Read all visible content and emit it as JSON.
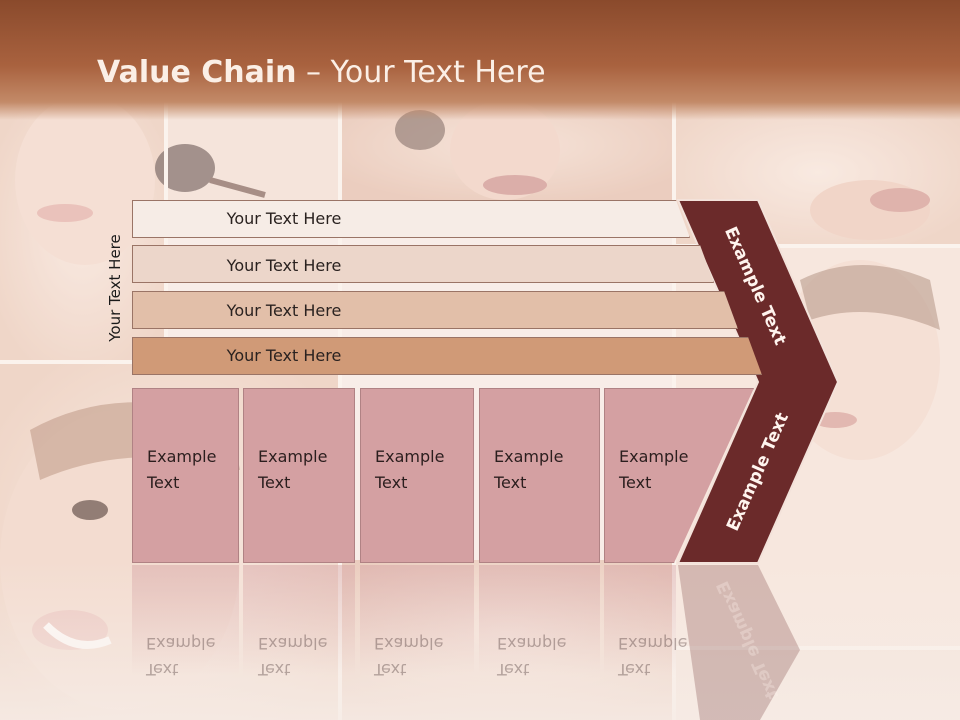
{
  "slide": {
    "title_bold": "Value Chain",
    "title_rest": " – Your Text Here",
    "side_label": "Your Text Here"
  },
  "rows": [
    {
      "label": "Your Text Here",
      "color": "#f6ece6"
    },
    {
      "label": "Your Text Here",
      "color": "#ecd6ca"
    },
    {
      "label": "Your Text Here",
      "color": "#e2bfa9"
    },
    {
      "label": "Your Text Here",
      "color": "#d09a77"
    }
  ],
  "boxes": [
    {
      "line1": "Example",
      "line2": "Text"
    },
    {
      "line1": "Example",
      "line2": "Text"
    },
    {
      "line1": "Example",
      "line2": "Text"
    },
    {
      "line1": "Example",
      "line2": "Text"
    },
    {
      "line1": "Example",
      "line2": "Text"
    }
  ],
  "chevron": {
    "upper_label": "Example Text",
    "lower_label": "Example Text",
    "color": "#6b2a2a"
  },
  "colors": {
    "title_bar": "#a9623f",
    "box_fill": "#d4a0a2"
  }
}
